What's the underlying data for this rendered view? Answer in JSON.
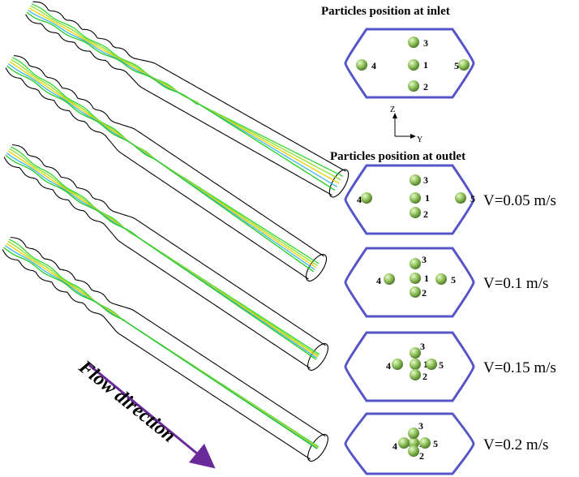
{
  "inlet_title": "Particles position at inlet",
  "outlet_title": "Particles position at outlet",
  "axes": {
    "z": "Z",
    "y": "Y"
  },
  "flow_label": "Flow direction",
  "colors": {
    "frame": "#5555c8",
    "arrow": "#6a2a9a",
    "particle": "#8fbf5a",
    "streamlines": [
      "#33d633",
      "#8ee02a",
      "#f0d000",
      "#3fb8e8",
      "#22cc22"
    ]
  },
  "particle_labels": [
    "1",
    "2",
    "3",
    "4",
    "5"
  ],
  "panels": [
    {
      "id": "inlet",
      "velocity": ""
    },
    {
      "id": "v005",
      "velocity": "V=0.05 m/s"
    },
    {
      "id": "v01",
      "velocity": "V=0.1 m/s"
    },
    {
      "id": "v015",
      "velocity": "V=0.15 m/s"
    },
    {
      "id": "v02",
      "velocity": "V=0.2 m/s"
    }
  ]
}
